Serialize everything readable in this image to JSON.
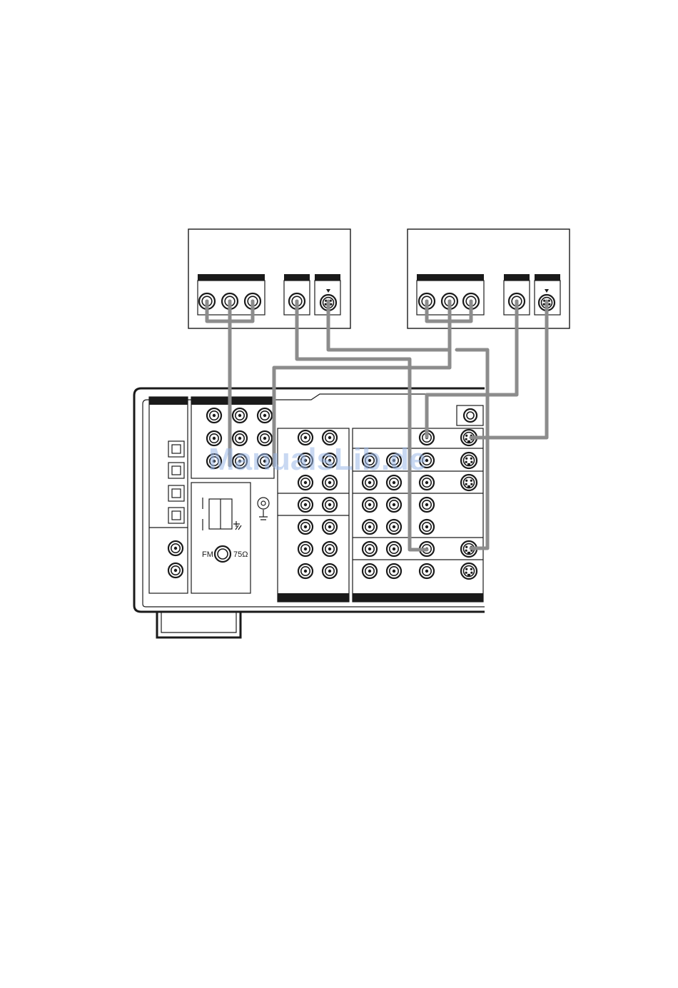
{
  "panel_labels": {
    "fm": "FM",
    "impedance": "75Ω"
  },
  "watermark": "ManualsLib.de",
  "icons": {
    "ground": "ground-icon",
    "optical": "optical-jack-icon",
    "rca": "rca-jack-icon",
    "s_video": "s-video-jack-icon"
  },
  "colors": {
    "cable": "#8c8c8c",
    "ink": "#1a1a1a",
    "watermark": "#9bb8e8"
  }
}
